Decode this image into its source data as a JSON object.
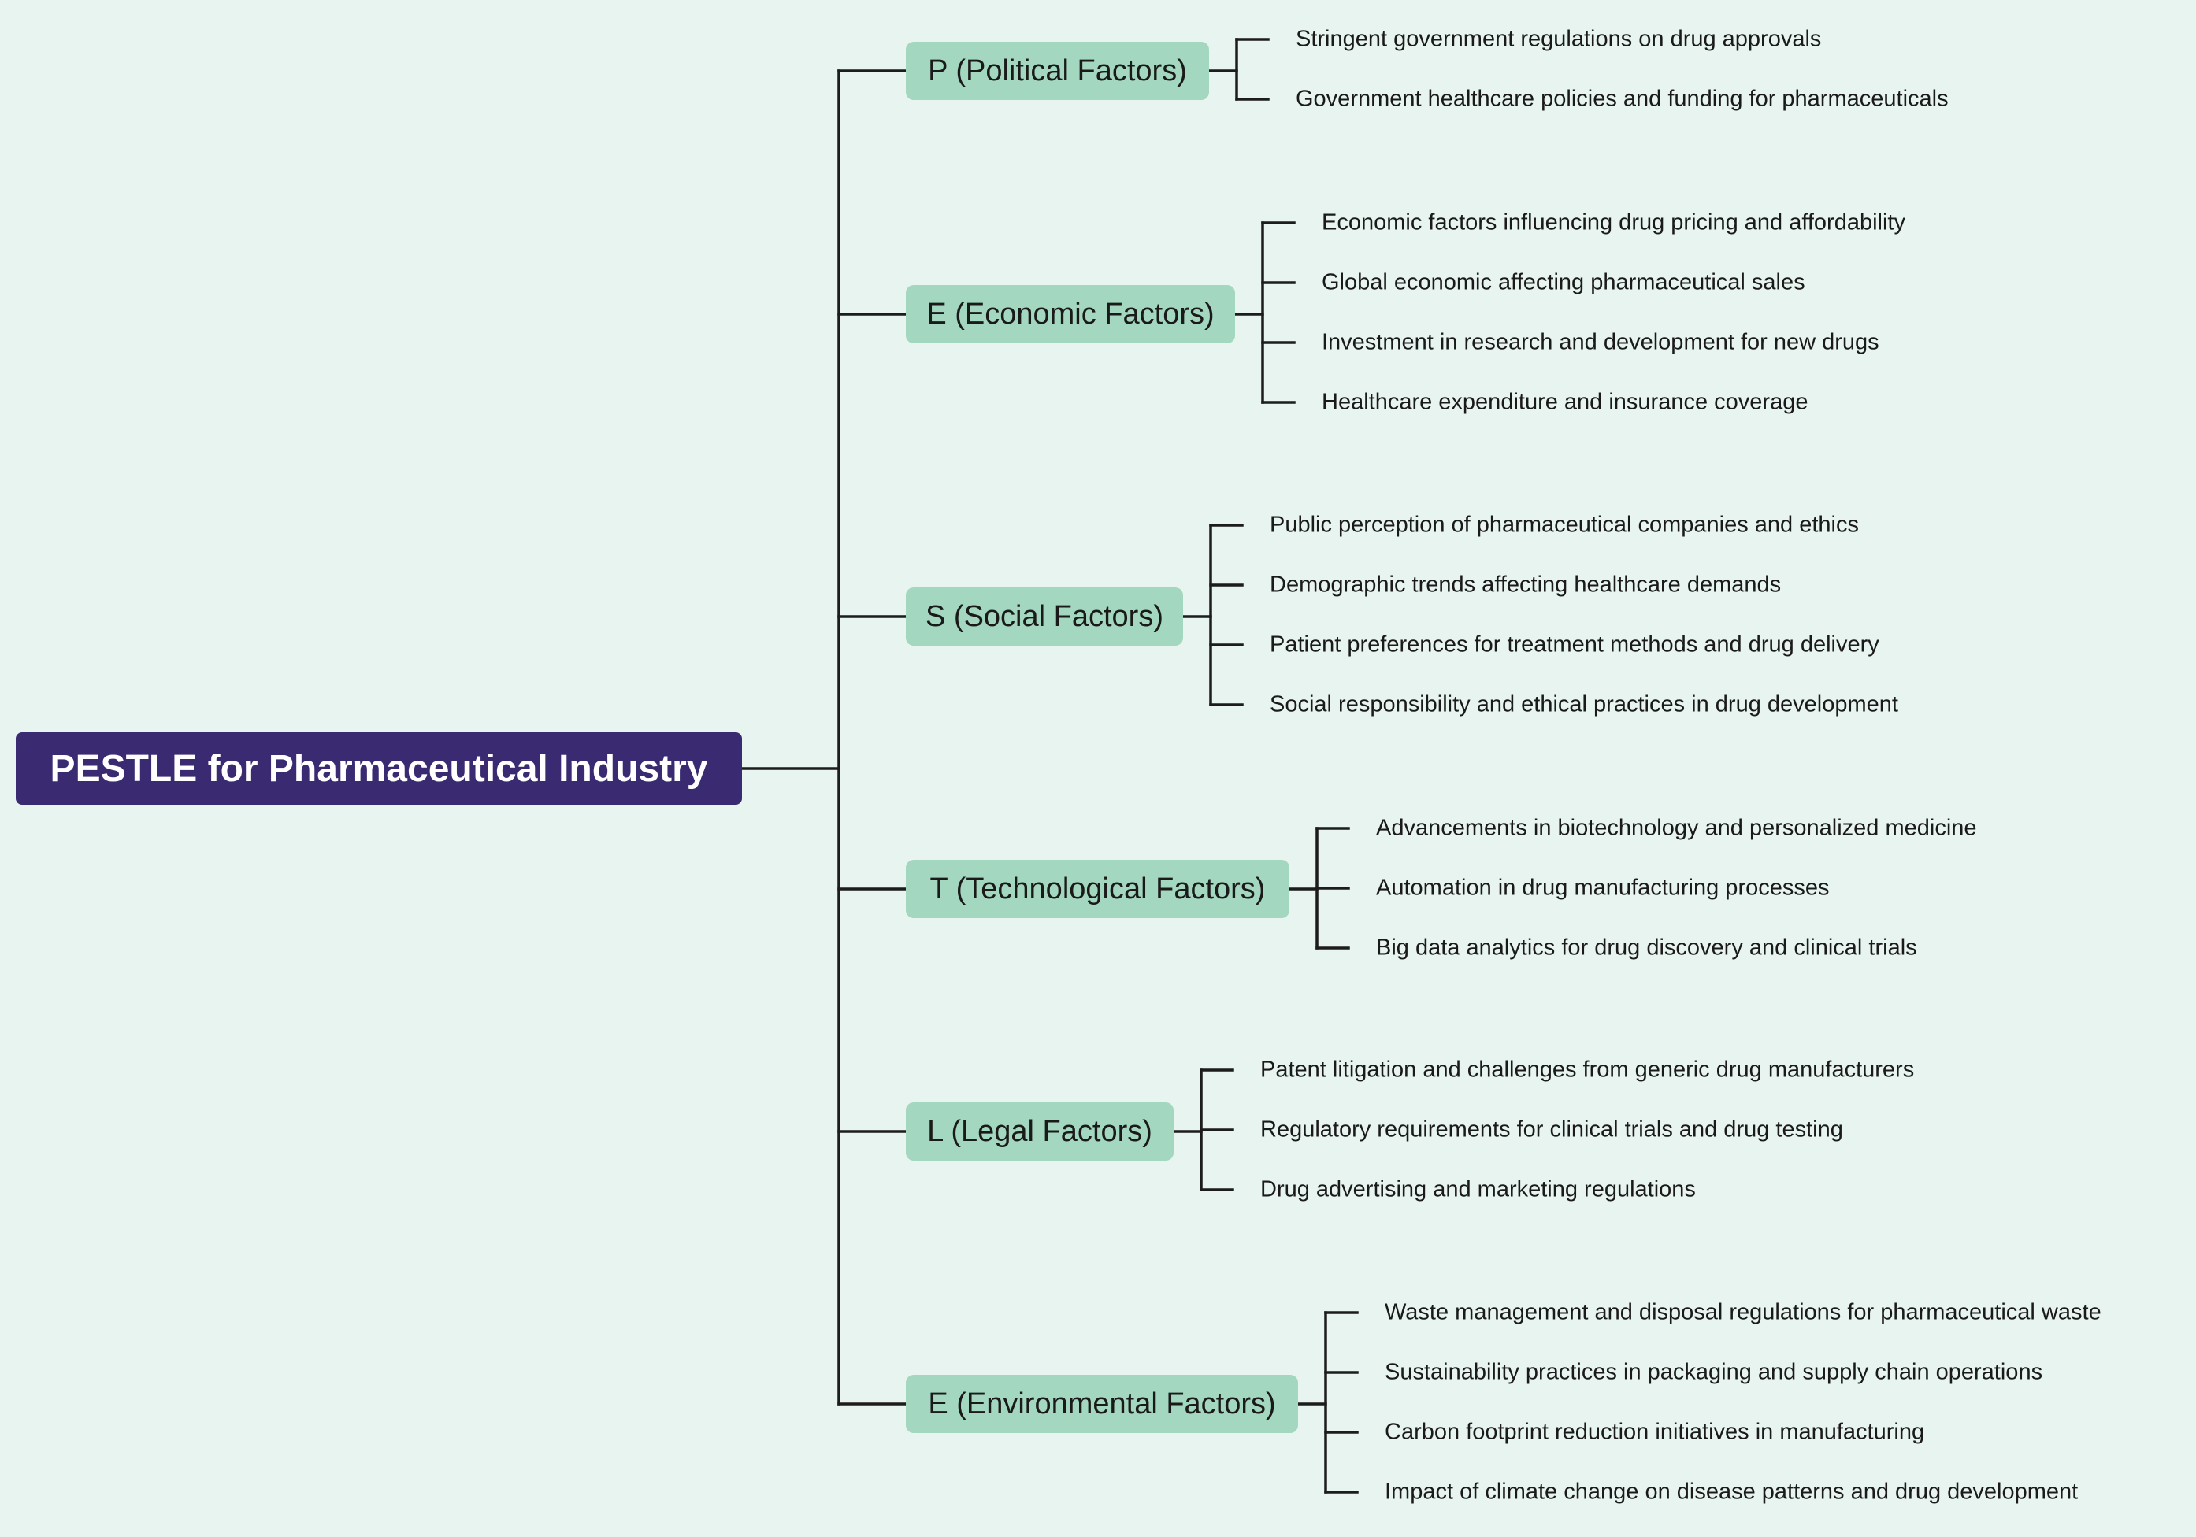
{
  "diagram": {
    "title": "PESTLE for Pharmaceutical Industry",
    "colors": {
      "background": "#e8f4ef",
      "root": "#3a2a72",
      "branch": "#a3d7bf",
      "connector": "#1c1c1c"
    },
    "branches": [
      {
        "label": "P (Political Factors)",
        "items": [
          "Stringent government regulations on drug approvals",
          "Government healthcare policies and funding for pharmaceuticals"
        ]
      },
      {
        "label": "E (Economic Factors)",
        "items": [
          "Economic factors influencing drug pricing and affordability",
          "Global economic affecting pharmaceutical sales",
          "Investment in research and development for new drugs",
          "Healthcare expenditure and insurance coverage"
        ]
      },
      {
        "label": "S (Social Factors)",
        "items": [
          "Public perception of pharmaceutical companies and ethics",
          "Demographic trends affecting healthcare demands",
          "Patient preferences for treatment methods and drug delivery",
          "Social responsibility and ethical practices in drug development"
        ]
      },
      {
        "label": "T (Technological Factors)",
        "items": [
          "Advancements in biotechnology and personalized medicine",
          "Automation in drug manufacturing processes",
          "Big data analytics for drug discovery and clinical trials"
        ]
      },
      {
        "label": "L (Legal Factors)",
        "items": [
          "Patent litigation and challenges from generic drug manufacturers",
          "Regulatory requirements for clinical trials and drug testing",
          "Drug advertising and marketing regulations"
        ]
      },
      {
        "label": "E (Environmental Factors)",
        "items": [
          "Waste management and disposal regulations for pharmaceutical waste",
          "Sustainability practices in packaging and supply chain operations",
          "Carbon footprint reduction initiatives in manufacturing",
          "Impact of climate change on disease patterns and drug development"
        ]
      }
    ]
  }
}
